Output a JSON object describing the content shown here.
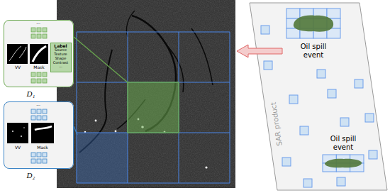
{
  "diagram": {
    "nodes": [
      {
        "text": [
          "D₁"
        ]
      },
      {
        "text": [
          "Label",
          "Source Texture Shape Contrast ..."
        ],
        "in": 0
      },
      {
        "text": [
          "D₂"
        ]
      },
      {
        "text": [
          "SAR product"
        ]
      },
      {
        "text": [
          "Oil spill event"
        ],
        "in": 3
      },
      {
        "text": [
          "Oil spill event"
        ],
        "in": 3
      }
    ],
    "labels": [
      "...",
      "VV",
      "Mask",
      "...",
      "VV",
      "Mask"
    ]
  }
}
